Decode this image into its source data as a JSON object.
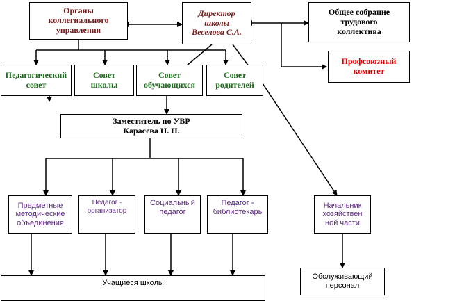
{
  "nodes": {
    "organy": "Органы\nколлегиального\nуправления",
    "director": "Директор\nшколы\nВеселова С.А.",
    "obshchee": "Общее собрание\nтрудового\nколлектива",
    "profsoyuz": "Профсоюзный\nкомитет",
    "pedsovet": "Педагогический\nсовет",
    "sovet_shkoly": "Совет\nшколы",
    "sovet_obuch": "Совет\nобучающихся",
    "sovet_rod": "Совет\nродителей",
    "zam_uvr": "Заместитель по УВР\nКарасева Н. Н.",
    "predmetnye": "Предметные\nметодические\nобъединения",
    "pedagog_org": "Педагог -\nорганизатор",
    "soc_pedagog": "Социальный\nпедагог",
    "pedagog_bibl": "Педагог -\nбиблиотекарь",
    "nachalnik": "Начальник\nхозяйствен\nной части",
    "uchashchiesya": "Учащиеся школы",
    "obsluzh": "Обслуживающий\nперсонал"
  },
  "colors": {
    "dark_red": "#7b1a1a",
    "green": "#1c6b1c",
    "red": "#e00000",
    "purple": "#5a2a7a",
    "line": "#000000"
  }
}
